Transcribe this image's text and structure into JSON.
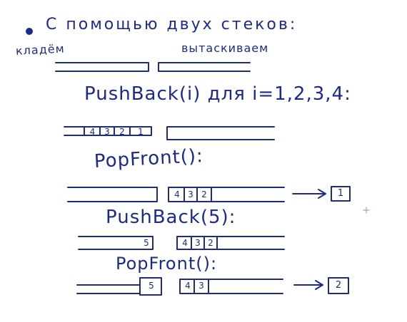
{
  "ink_color": "#1b2a8c",
  "heading": "С помощью двух стеков:",
  "label_push": "кладём",
  "label_pop": "вытаскиваем",
  "cmd_pushback": "PushBack(i) для i=1,2,3,4:",
  "cmd_popfront_1": "PopFront():",
  "cmd_pushback_5": "PushBack(5):",
  "cmd_popfront_2": "PopFront():",
  "state1_left": [
    "4",
    "3",
    "2",
    "1"
  ],
  "state2_right": [
    "4",
    "3",
    "2"
  ],
  "state2_result": "1",
  "state3_left": [
    "5"
  ],
  "state3_right": [
    "4",
    "3",
    "2"
  ],
  "state4_left": [
    "5"
  ],
  "state4_right": [
    "4",
    "3"
  ],
  "state4_result": "2"
}
